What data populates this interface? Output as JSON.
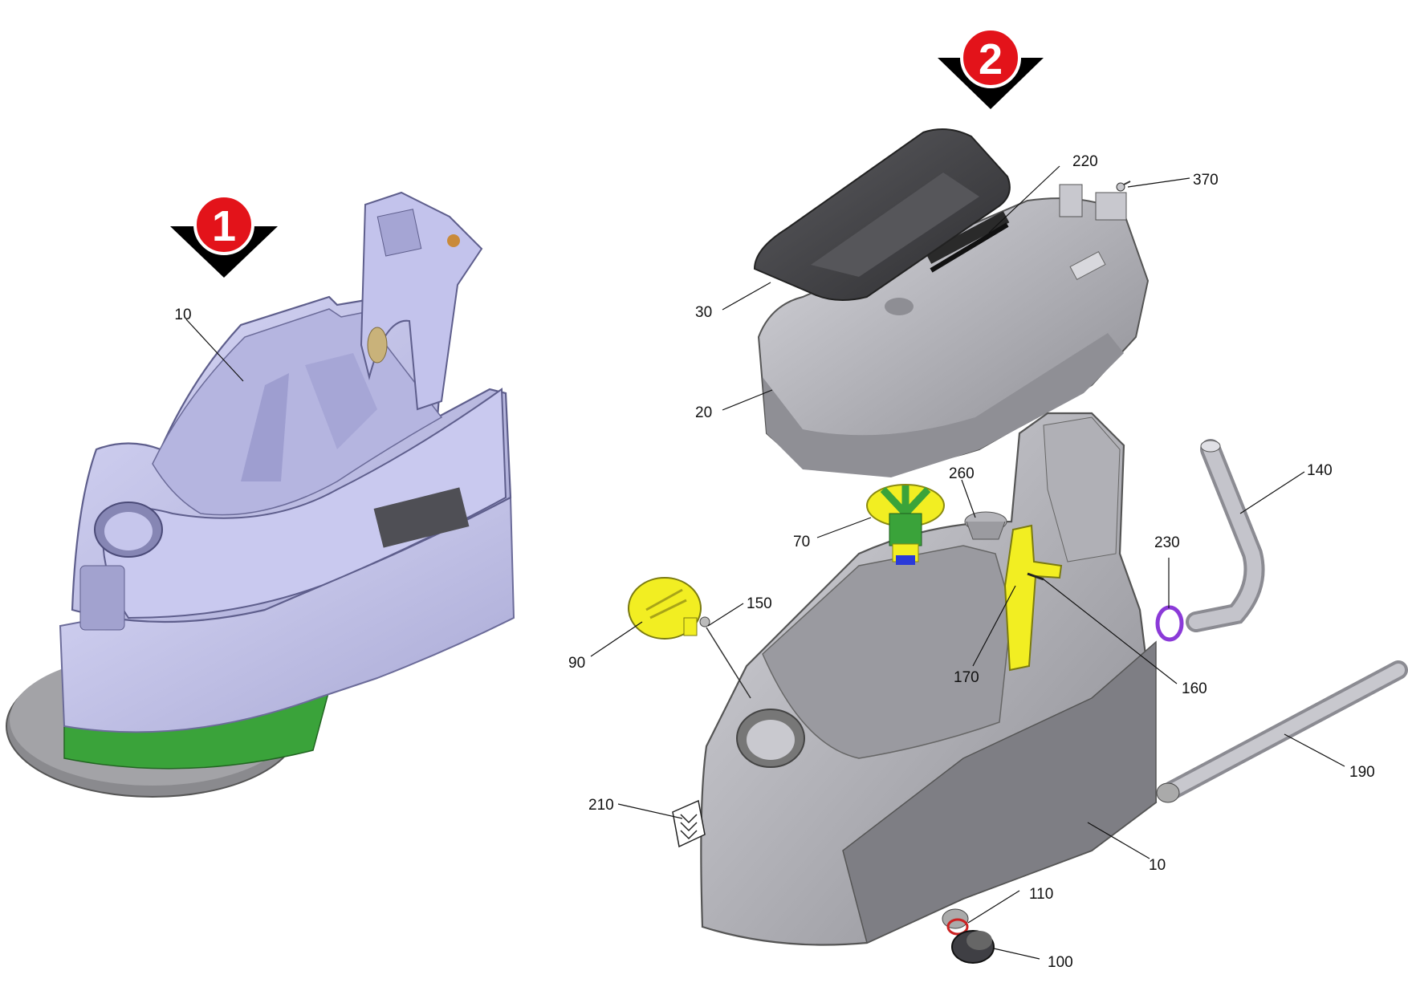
{
  "colors": {
    "housing_light": "#c9c9ef",
    "housing_light_shade": "#a9a9d6",
    "housing_grey": "#b9b9bf",
    "housing_grey_dark": "#8e8e94",
    "lid_dark": "#4a4a4e",
    "accent_yellow": "#f2ee22",
    "accent_green": "#3aa33a",
    "accent_blue": "#2a3ad8",
    "accent_purple": "#8b3ad8",
    "badge_red": "#e3131a",
    "badge_black": "#000000"
  },
  "assemblies": [
    {
      "badge": "1",
      "name": "assembly-1"
    },
    {
      "badge": "2",
      "name": "assembly-2"
    }
  ],
  "callouts": {
    "a1_10": "10",
    "a2_220": "220",
    "a2_370": "370",
    "a2_30": "30",
    "a2_20": "20",
    "a2_260": "260",
    "a2_140": "140",
    "a2_70": "70",
    "a2_230": "230",
    "a2_150": "150",
    "a2_90": "90",
    "a2_170": "170",
    "a2_160": "160",
    "a2_190": "190",
    "a2_210": "210",
    "a2_10": "10",
    "a2_110": "110",
    "a2_100": "100"
  }
}
